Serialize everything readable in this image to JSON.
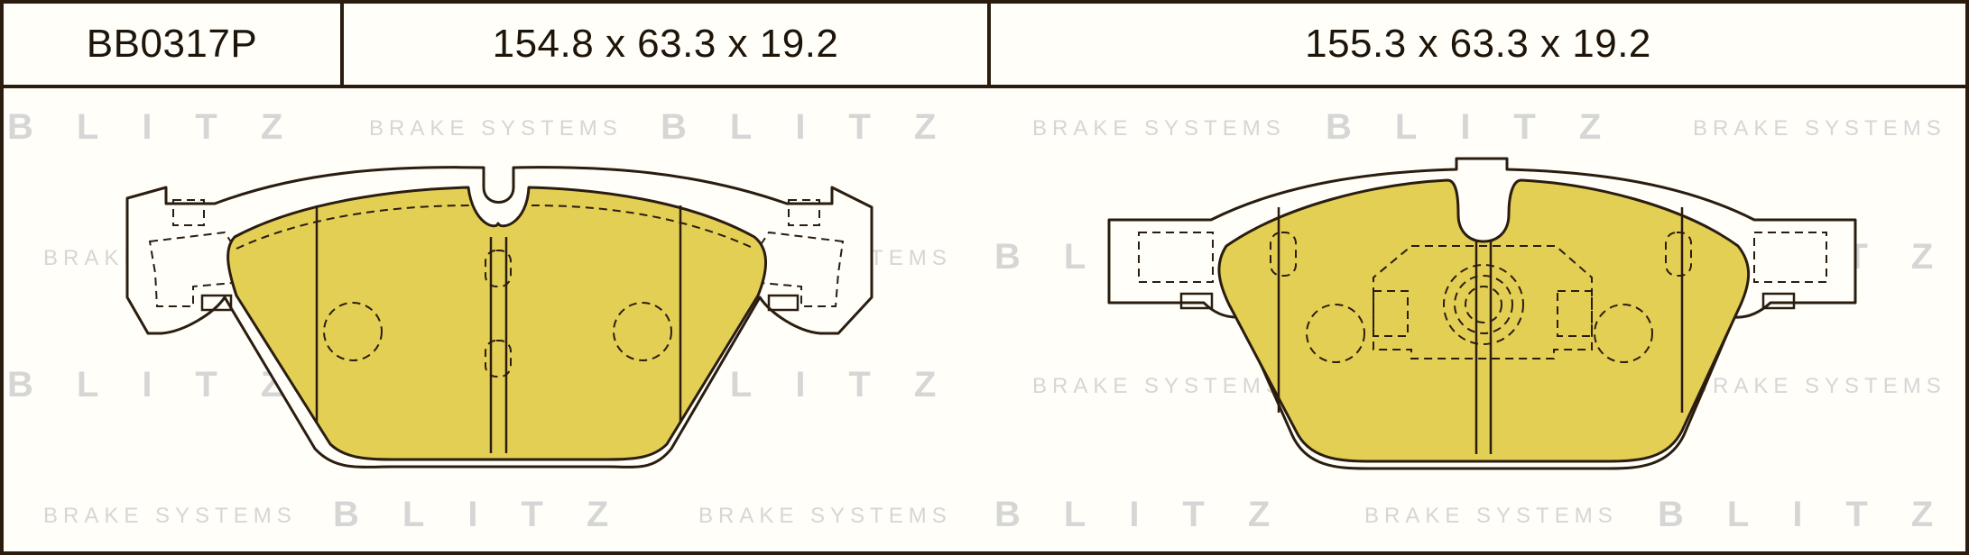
{
  "header": {
    "part_number": "BB0317P",
    "dimension_left": "154.8 x 63.3 x 19.2",
    "dimension_right": "155.3 x 63.3 x 19.2"
  },
  "watermark": {
    "logo_text": "BLITZ",
    "tagline": "BRAKE SYSTEMS"
  },
  "colors": {
    "friction_material": "#e4cf55",
    "outline": "#2a1d10",
    "watermark": "#d6d6d6",
    "background": "#fffef9"
  }
}
